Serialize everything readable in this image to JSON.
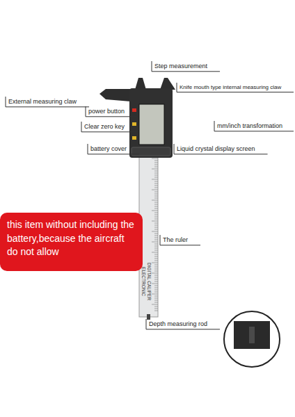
{
  "diagram": {
    "nodes": [
      {
        "text": [
          "this item without including the battery,because the aircraft do not allow"
        ]
      }
    ],
    "labels": [
      "Step measurement",
      "Knife mouth type internal measuring claw",
      "External measuring claw",
      "power button",
      "Clear zero key",
      "mm/inch transformation",
      "battery cover",
      "Liquid crystal display screen",
      "The ruler",
      "Depth measuring rod",
      "ELECTRONIC",
      "DIGITAL CALIPER"
    ]
  }
}
